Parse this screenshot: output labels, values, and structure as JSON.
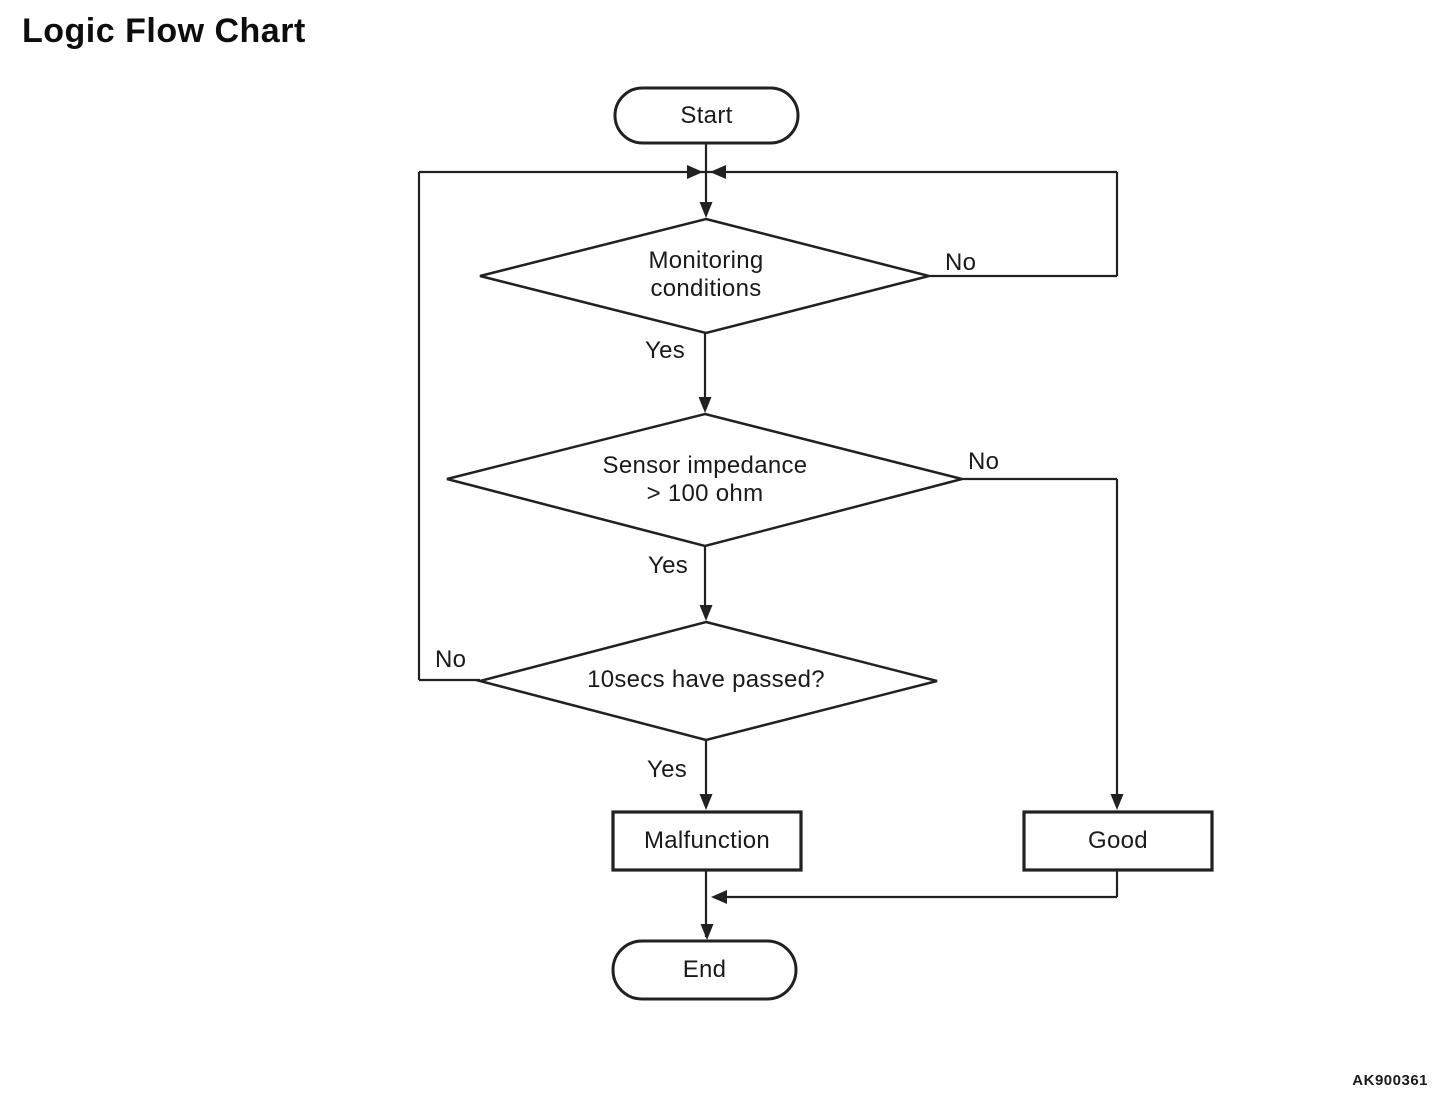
{
  "title": "Logic Flow Chart",
  "figure_code": "AK900361",
  "nodes": {
    "start": {
      "label": "Start",
      "type": "terminator"
    },
    "d1": {
      "line1": "Monitoring",
      "line2": "conditions",
      "type": "decision"
    },
    "d2": {
      "line1": "Sensor impedance",
      "line2": "> 100 ohm",
      "type": "decision"
    },
    "d3": {
      "line1": "10secs have passed?",
      "type": "decision"
    },
    "malfunction": {
      "label": "Malfunction",
      "type": "process"
    },
    "good": {
      "label": "Good",
      "type": "process"
    },
    "end": {
      "label": "End",
      "type": "terminator"
    }
  },
  "edge_labels": {
    "d1_yes": "Yes",
    "d1_no": "No",
    "d2_yes": "Yes",
    "d2_no": "No",
    "d3_yes": "Yes",
    "d3_no": "No"
  },
  "edges": [
    {
      "from": "start",
      "to": "d1",
      "label": ""
    },
    {
      "from": "d1",
      "to": "d2",
      "label": "Yes"
    },
    {
      "from": "d1",
      "to": "loop-top",
      "label": "No"
    },
    {
      "from": "d2",
      "to": "d3",
      "label": "Yes"
    },
    {
      "from": "d2",
      "to": "good",
      "label": "No"
    },
    {
      "from": "d3",
      "to": "malfunction",
      "label": "Yes"
    },
    {
      "from": "d3",
      "to": "loop-top",
      "label": "No"
    },
    {
      "from": "malfunction",
      "to": "end",
      "label": ""
    },
    {
      "from": "good",
      "to": "end",
      "label": ""
    }
  ],
  "colors": {
    "ink": "#212121",
    "background": "#ffffff"
  }
}
